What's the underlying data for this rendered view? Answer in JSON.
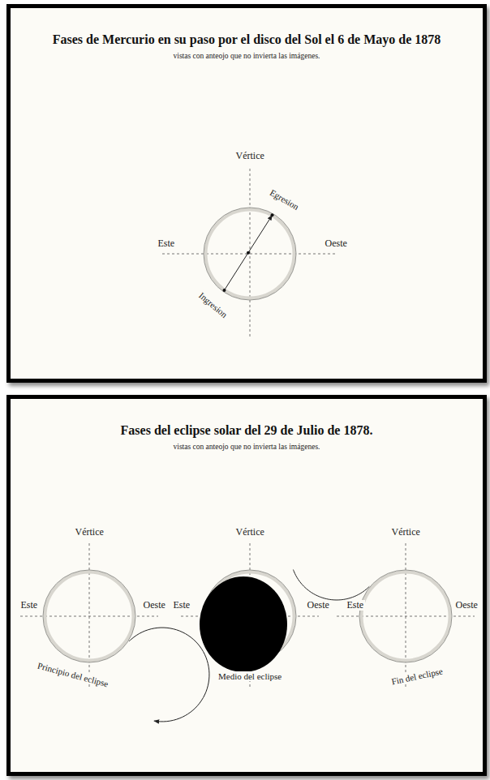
{
  "diagram": {
    "nodes": [
      {
        "text": [
          "Fases de Mercurio en su paso por el disco del Sol el 6 de Mayo de 1878",
          "vistas con anteojo que no invierta las imágenes."
        ]
      },
      {
        "text": [
          "Fases del eclipse solar del 29 de Julio de 1878.",
          "vistas con anteojo que no invierta las imágenes."
        ]
      }
    ],
    "labels": [
      "Vértice",
      "Este",
      "Oeste",
      "Egresion",
      "Ingresion",
      "Vértice",
      "Este",
      "Oeste",
      "Principio del eclipse",
      "Vértice",
      "Este",
      "Oeste",
      "Medio del eclipse",
      "Vértice",
      "Este",
      "Oeste",
      "Fin del eclipse"
    ]
  }
}
